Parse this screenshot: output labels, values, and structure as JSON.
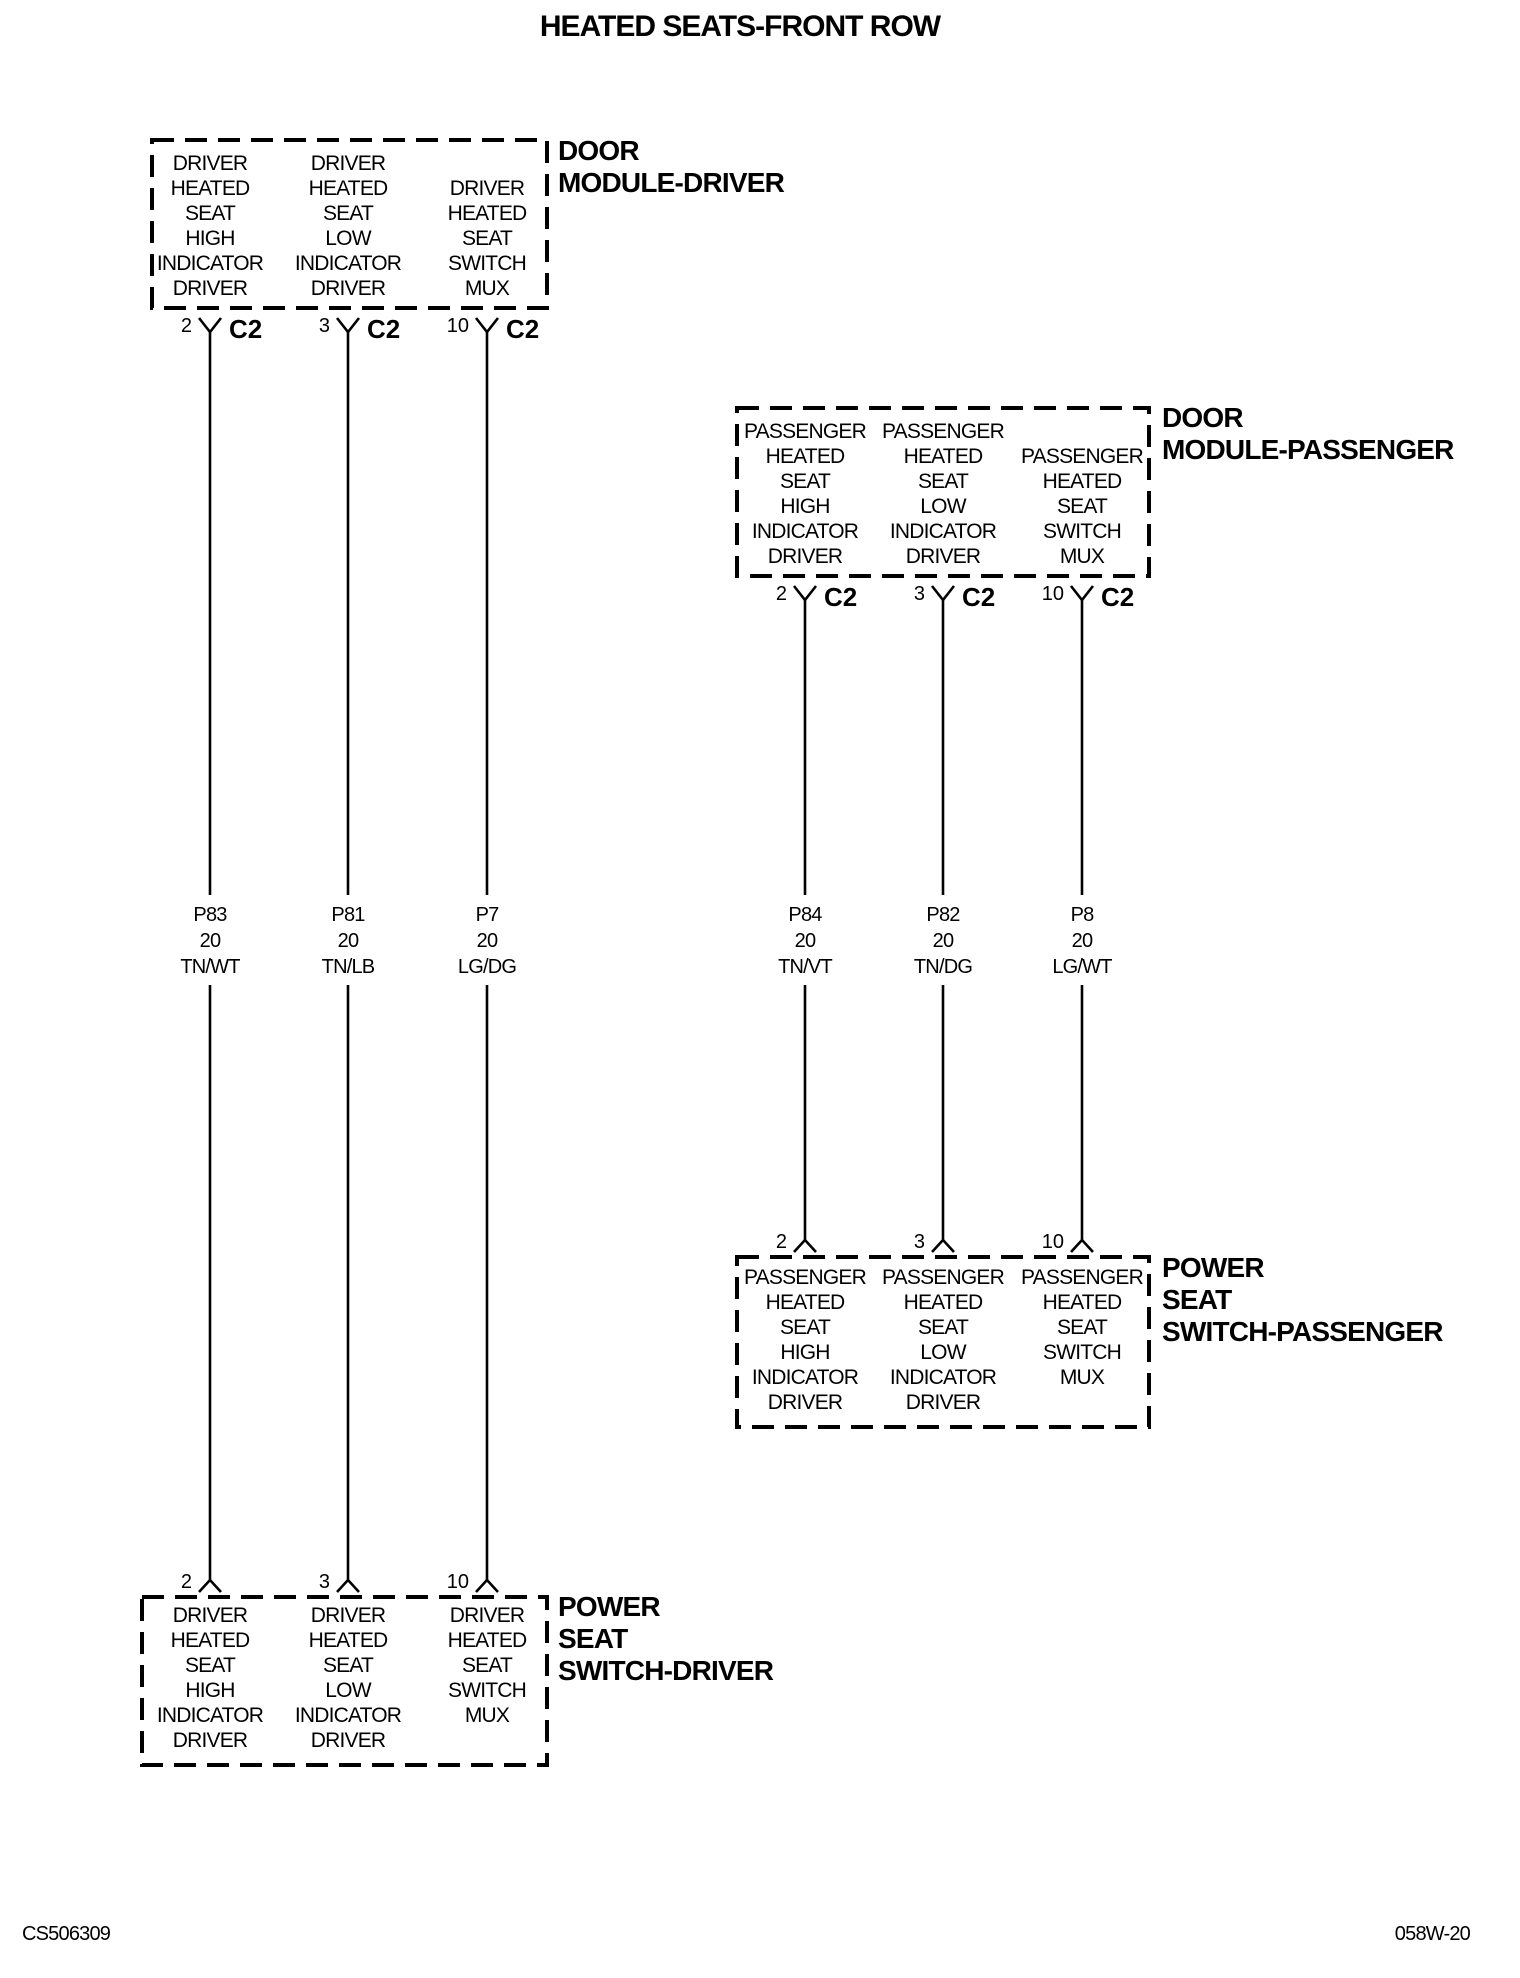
{
  "title": "HEATED SEATS-FRONT ROW",
  "footer": {
    "left": "CS506309",
    "right": "058W-20"
  },
  "modules": {
    "door_driver": {
      "name": [
        "DOOR",
        "MODULE-DRIVER"
      ],
      "connector": "C2",
      "circuits": [
        {
          "pin": "2",
          "label": [
            "DRIVER",
            "HEATED",
            "SEAT",
            "HIGH",
            "INDICATOR",
            "DRIVER"
          ]
        },
        {
          "pin": "3",
          "label": [
            "DRIVER",
            "HEATED",
            "SEAT",
            "LOW",
            "INDICATOR",
            "DRIVER"
          ]
        },
        {
          "pin": "10",
          "label": [
            "DRIVER",
            "HEATED",
            "SEAT",
            "SWITCH",
            "MUX"
          ]
        }
      ]
    },
    "door_passenger": {
      "name": [
        "DOOR",
        "MODULE-PASSENGER"
      ],
      "connector": "C2",
      "circuits": [
        {
          "pin": "2",
          "label": [
            "PASSENGER",
            "HEATED",
            "SEAT",
            "HIGH",
            "INDICATOR",
            "DRIVER"
          ]
        },
        {
          "pin": "3",
          "label": [
            "PASSENGER",
            "HEATED",
            "SEAT",
            "LOW",
            "INDICATOR",
            "DRIVER"
          ]
        },
        {
          "pin": "10",
          "label": [
            "PASSENGER",
            "HEATED",
            "SEAT",
            "SWITCH",
            "MUX"
          ]
        }
      ]
    },
    "seat_switch_passenger": {
      "name": [
        "POWER",
        "SEAT",
        "SWITCH-PASSENGER"
      ],
      "circuits": [
        {
          "pin": "2",
          "label": [
            "PASSENGER",
            "HEATED",
            "SEAT",
            "HIGH",
            "INDICATOR",
            "DRIVER"
          ]
        },
        {
          "pin": "3",
          "label": [
            "PASSENGER",
            "HEATED",
            "SEAT",
            "LOW",
            "INDICATOR",
            "DRIVER"
          ]
        },
        {
          "pin": "10",
          "label": [
            "PASSENGER",
            "HEATED",
            "SEAT",
            "SWITCH",
            "MUX"
          ]
        }
      ]
    },
    "seat_switch_driver": {
      "name": [
        "POWER",
        "SEAT",
        "SWITCH-DRIVER"
      ],
      "circuits": [
        {
          "pin": "2",
          "label": [
            "DRIVER",
            "HEATED",
            "SEAT",
            "HIGH",
            "INDICATOR",
            "DRIVER"
          ]
        },
        {
          "pin": "3",
          "label": [
            "DRIVER",
            "HEATED",
            "SEAT",
            "LOW",
            "INDICATOR",
            "DRIVER"
          ]
        },
        {
          "pin": "10",
          "label": [
            "DRIVER",
            "HEATED",
            "SEAT",
            "SWITCH",
            "MUX"
          ]
        }
      ]
    }
  },
  "wires": {
    "driver": [
      {
        "circuit": "P83",
        "gauge": "20",
        "color": "TN/WT"
      },
      {
        "circuit": "P81",
        "gauge": "20",
        "color": "TN/LB"
      },
      {
        "circuit": "P7",
        "gauge": "20",
        "color": "LG/DG"
      }
    ],
    "passenger": [
      {
        "circuit": "P84",
        "gauge": "20",
        "color": "TN/VT"
      },
      {
        "circuit": "P82",
        "gauge": "20",
        "color": "TN/DG"
      },
      {
        "circuit": "P8",
        "gauge": "20",
        "color": "LG/WT"
      }
    ]
  }
}
